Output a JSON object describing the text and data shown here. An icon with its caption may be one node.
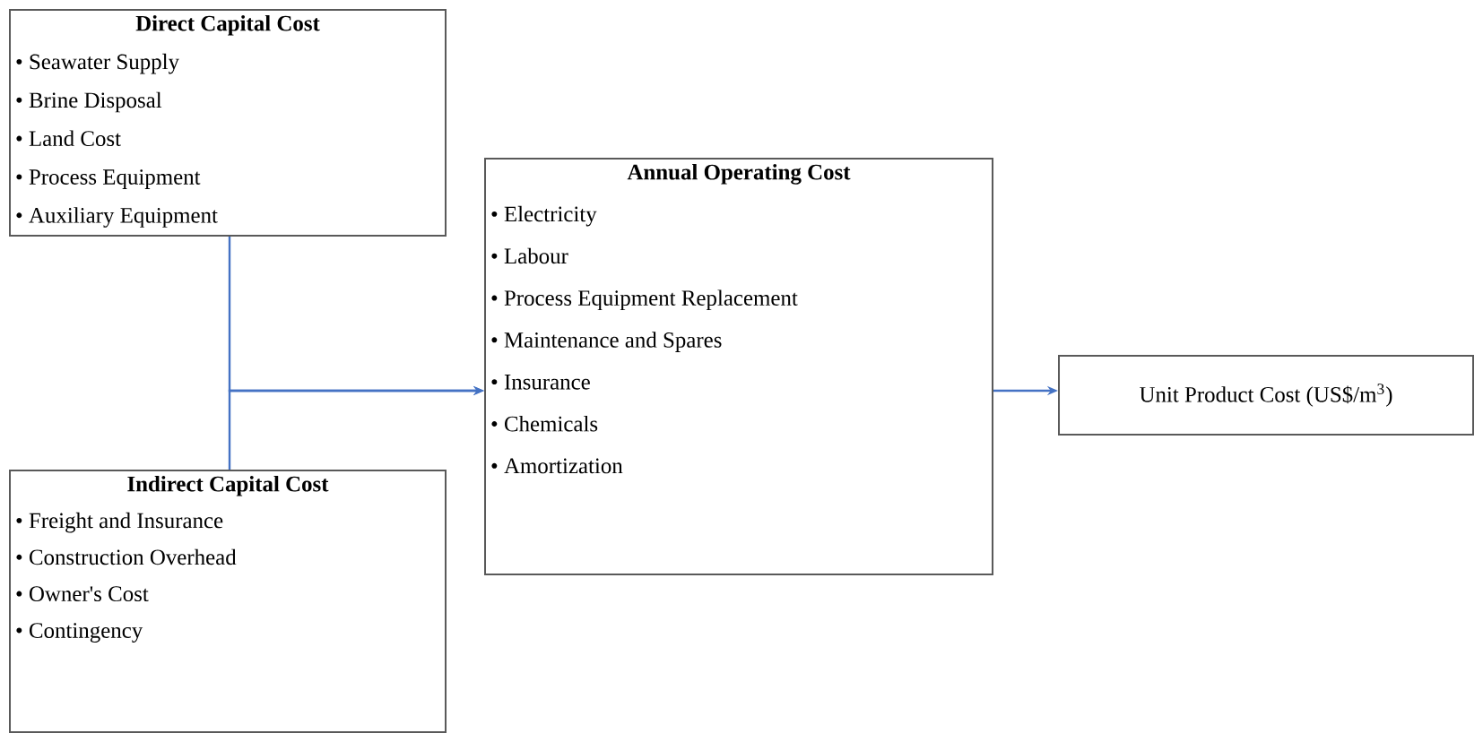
{
  "diagram": {
    "nodes": [
      {
        "text": [
          "Direct Capital Cost",
          "• Seawater Supply",
          "• Brine Disposal",
          "• Land Cost",
          "• Process Equipment",
          "• Auxiliary Equipment"
        ]
      },
      {
        "text": [
          "Indirect Capital Cost",
          "• Freight and Insurance",
          "• Construction Overhead",
          "• Owner's Cost",
          "• Contingency"
        ]
      },
      {
        "text": [
          "Annual Operating Cost",
          "• Electricity",
          "• Labour",
          "• Process Equipment Replacement",
          "• Maintenance and Spares",
          "• Insurance",
          "• Chemicals",
          "• Amortization"
        ]
      },
      {
        "text": [
          "Unit Product Cost (US$/m$^{3}$)"
        ]
      }
    ],
    "edges": [
      {
        "from": 0,
        "to": 2,
        "arrow": "to"
      },
      {
        "from": 1,
        "to": 2,
        "arrow": "to"
      },
      {
        "from": 2,
        "to": 3,
        "arrow": "to"
      }
    ]
  }
}
